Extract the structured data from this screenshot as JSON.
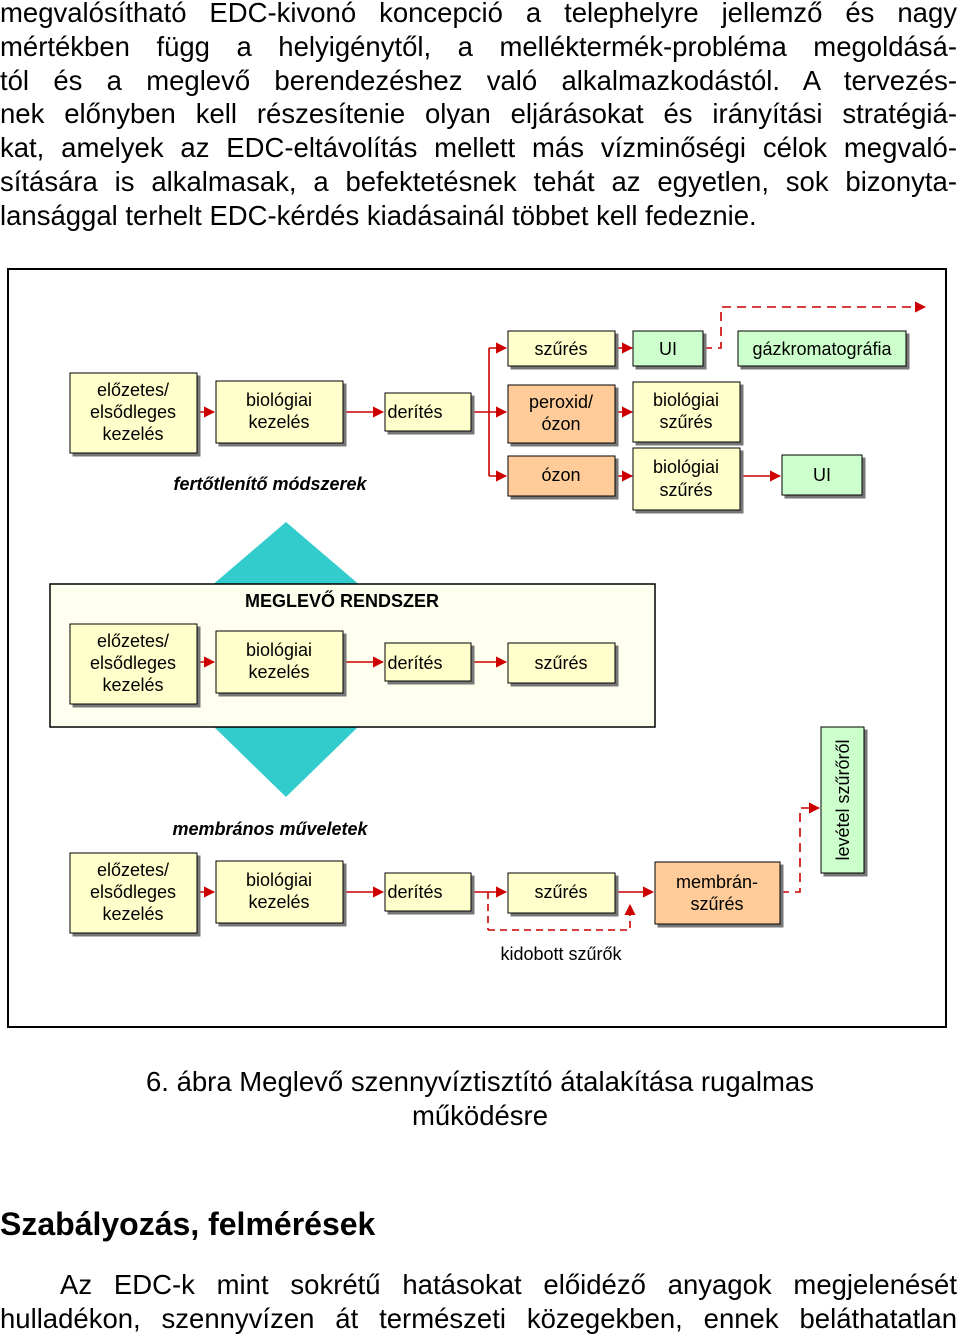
{
  "intro_paragraph": {
    "lines": [
      "megvalósítható EDC-kivonó koncepció a telephelyre jellemző és nagy",
      "mértékben függ a helyigénytől, a melléktermék-probléma megoldásá-",
      "tól és a meglevő berendezéshez való alkalmazkodástól. A tervezés-",
      "nek előnyben kell részesítenie olyan eljárásokat és irányítási stratégiá-",
      "kat, amelyek az EDC-eltávolítás mellett más vízminőségi célok megvaló-",
      "sítására is alkalmasak, a befektetésnek tehát az egyetlen, sok bizonyta-",
      "lansággal terhelt EDC-kérdés kiadásainál többet kell fedeznie."
    ]
  },
  "diagram": {
    "top_section": {
      "boxes": {
        "szures_top": "szűrés",
        "ui_top": "UI",
        "gazkromatografia": "gázkromatográfia",
        "elozetes": [
          "előzetes/",
          "elsődleges",
          "kezelés"
        ],
        "biologiai": [
          "biológiai",
          "kezelés"
        ],
        "derites": "derítés",
        "peroxid_ozon": [
          "peroxid/",
          "ózon"
        ],
        "bio_szures_1": [
          "biológiai",
          "szűrés"
        ],
        "ozon": "ózon",
        "bio_szures_2": [
          "biológiai",
          "szűrés"
        ],
        "ui_right": "UI"
      },
      "label": "fertőtlenítő módszerek"
    },
    "existing_system": {
      "title": "MEGLEVŐ RENDSZER",
      "boxes": {
        "elozetes": [
          "előzetes/",
          "elsődleges",
          "kezelés"
        ],
        "biologiai": [
          "biológiai",
          "kezelés"
        ],
        "derites": "derítés",
        "szures": "szűrés"
      }
    },
    "bottom_section": {
      "label": "membrános műveletek",
      "boxes": {
        "elozetes": [
          "előzetes/",
          "elsődleges",
          "kezelés"
        ],
        "biologiai": [
          "biológiai",
          "kezelés"
        ],
        "derites": "derítés",
        "szures": "szűrés",
        "membran_szures": [
          "membrán-",
          "szűrés"
        ],
        "leveltel": "levétel szűrőről"
      },
      "discarded_label": "kidobott szűrők"
    },
    "colors": {
      "box_fill": "#ffffcc",
      "box_green": "#ccffcc",
      "box_orange": "#ffcc99",
      "arrow_cyan": "#33cccc",
      "flow_red": "#cc0000",
      "system_fill": "#fffff0"
    }
  },
  "caption": {
    "line1": "6. ábra Meglevő szennyvíztisztító átalakítása rugalmas",
    "line2": "működésre"
  },
  "section_heading": "Szabályozás, felmérések",
  "next_paragraph": {
    "lines": [
      "Az EDC-k mint sokrétű hatásokat előidéző anyagok megjelenését",
      "hulladékon, szennyvízen át természeti közegekben, ennek beláthatatlan"
    ]
  }
}
